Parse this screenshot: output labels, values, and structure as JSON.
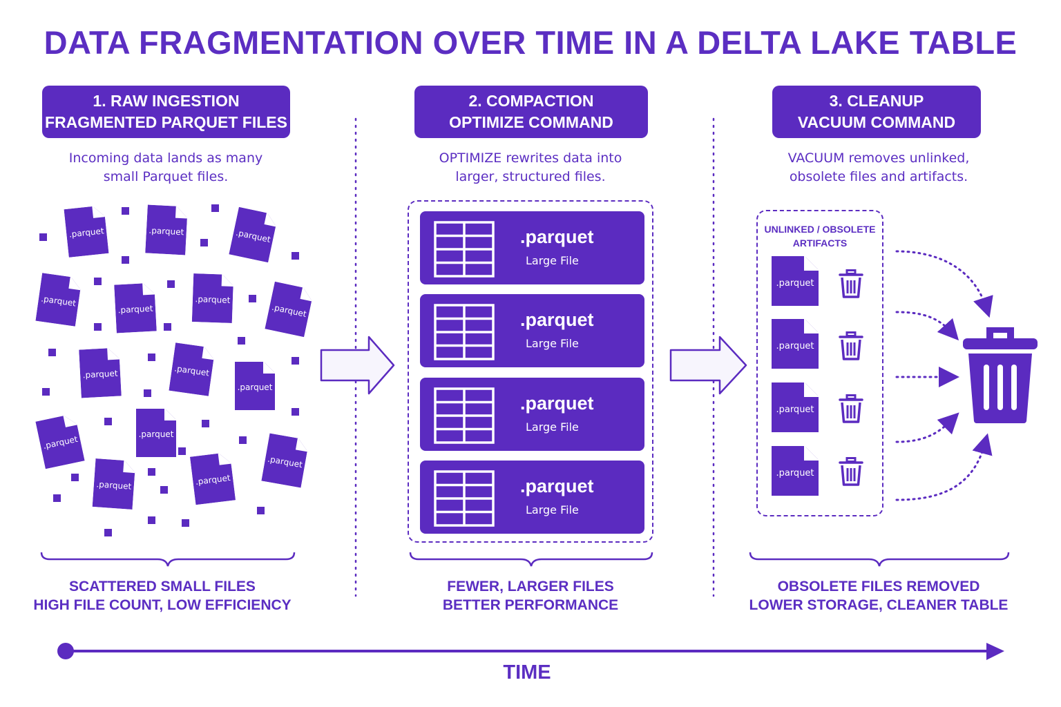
{
  "title": "DATA FRAGMENTATION OVER TIME IN A DELTA LAKE TABLE",
  "stages": [
    {
      "header_line1": "1. RAW INGESTION",
      "header_line2": "FRAGMENTED PARQUET FILES",
      "desc_line1": "Incoming data lands as many",
      "desc_line2": "small Parquet files.",
      "summary_line1": "SCATTERED SMALL FILES",
      "summary_line2": "HIGH FILE COUNT, LOW EFFICIENCY"
    },
    {
      "header_line1": "2. COMPACTION",
      "header_line2": "OPTIMIZE COMMAND",
      "desc_line1": "OPTIMIZE rewrites data into",
      "desc_line2": "larger, structured files.",
      "summary_line1": "FEWER, LARGER FILES",
      "summary_line2": "BETTER PERFORMANCE"
    },
    {
      "header_line1": "3. CLEANUP",
      "header_line2": "VACUUM COMMAND",
      "desc_line1": "VACUUM removes unlinked,",
      "desc_line2": "obsolete files and artifacts.",
      "summary_line1": "OBSOLETE FILES REMOVED",
      "summary_line2": "LOWER STORAGE, CLEANER TABLE"
    }
  ],
  "small_file_label": ".parquet",
  "large_file": {
    "label": ".parquet",
    "sublabel": "Large File"
  },
  "obsolete_box": {
    "line1": "UNLINKED / OBSOLETE",
    "line2": "ARTIFACTS"
  },
  "obsolete_file_label": ".parquet",
  "timeline_label": "TIME",
  "colors": {
    "primary": "#5b2bc0",
    "text": "#5b2ec2",
    "background": "#ffffff"
  },
  "icons": [
    "file-icon",
    "table-grid-icon",
    "trash-icon",
    "arrow-right-icon"
  ]
}
